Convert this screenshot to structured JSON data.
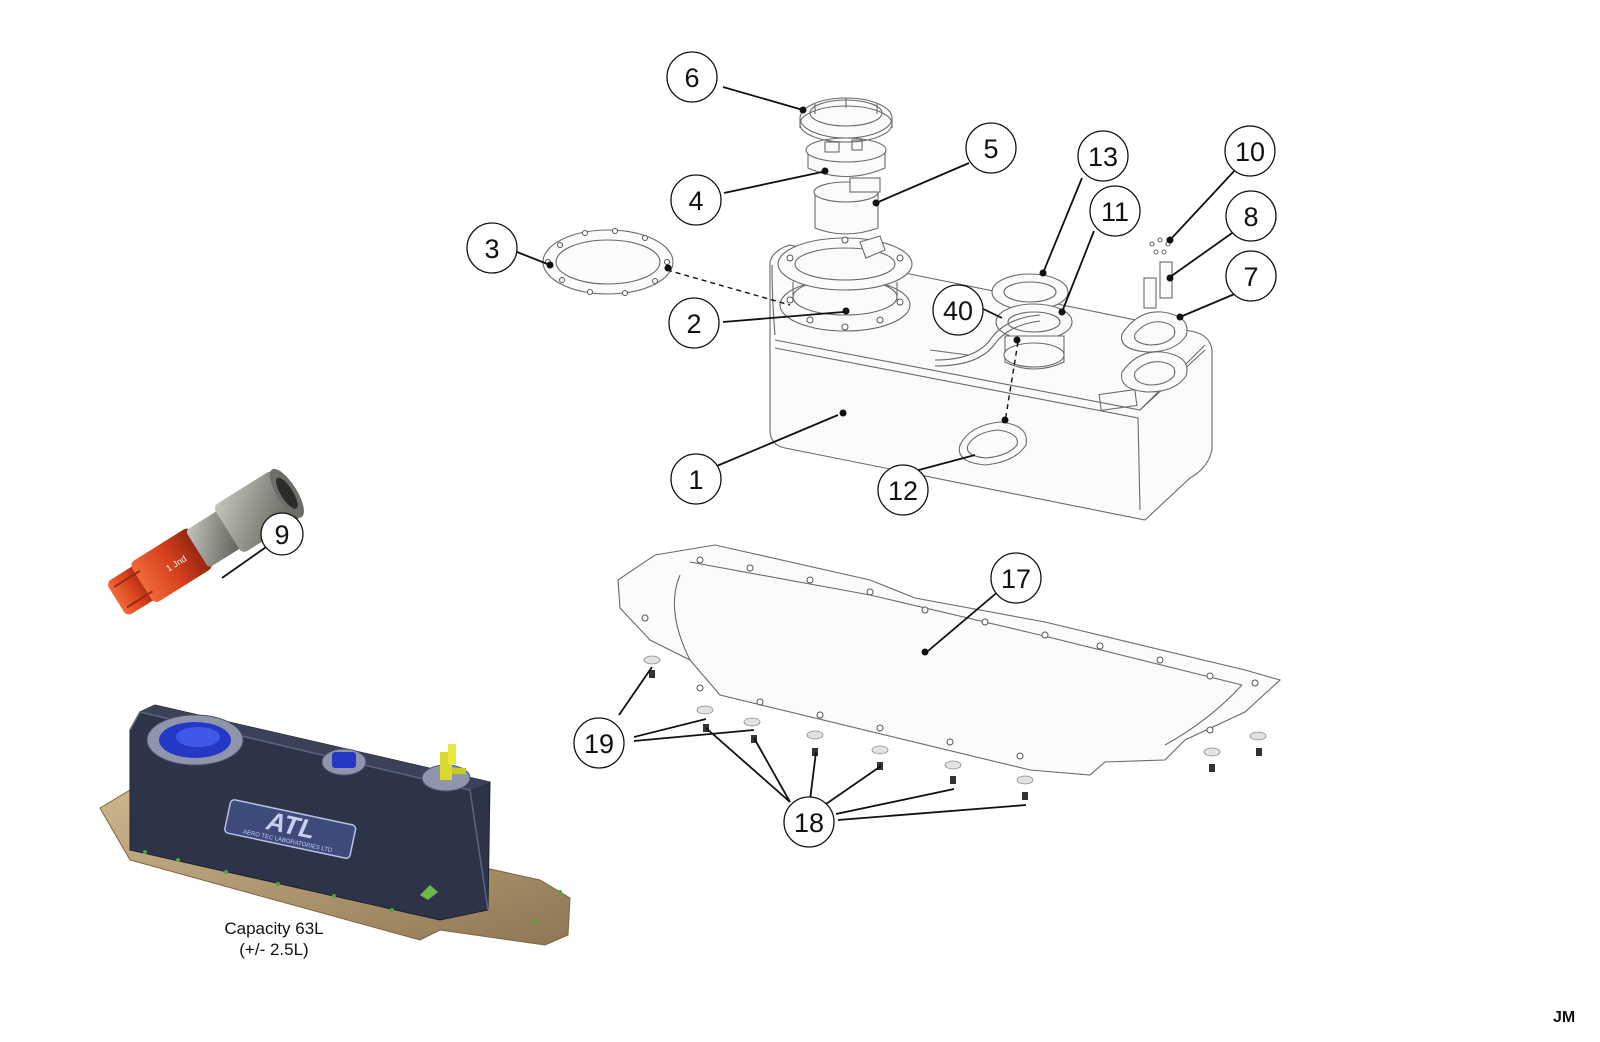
{
  "callouts": [
    {
      "label": "1"
    },
    {
      "label": "2"
    },
    {
      "label": "3"
    },
    {
      "label": "4"
    },
    {
      "label": "5"
    },
    {
      "label": "6"
    },
    {
      "label": "7"
    },
    {
      "label": "8"
    },
    {
      "label": "9"
    },
    {
      "label": "10"
    },
    {
      "label": "11"
    },
    {
      "label": "12"
    },
    {
      "label": "13"
    },
    {
      "label": "17"
    },
    {
      "label": "18"
    },
    {
      "label": "19"
    },
    {
      "label": "40"
    }
  ],
  "captions": {
    "capacity": "Capacity 63L",
    "tolerance": "(+/- 2.5L)"
  },
  "author": "JM",
  "logo_text": "ATL",
  "logo_subtext": "AERO TEC LABORATORIES LTD",
  "fitting_marking": "1 Jnd",
  "colors": {
    "tank_body": "#2e3448",
    "tank_top": "#3b4258",
    "base_plate": "#b79c76",
    "fitting_red": "#d8401e",
    "fitting_grey": "#8f9088",
    "filler_blue": "#2438c8",
    "vent_yellow": "#d8d830"
  }
}
